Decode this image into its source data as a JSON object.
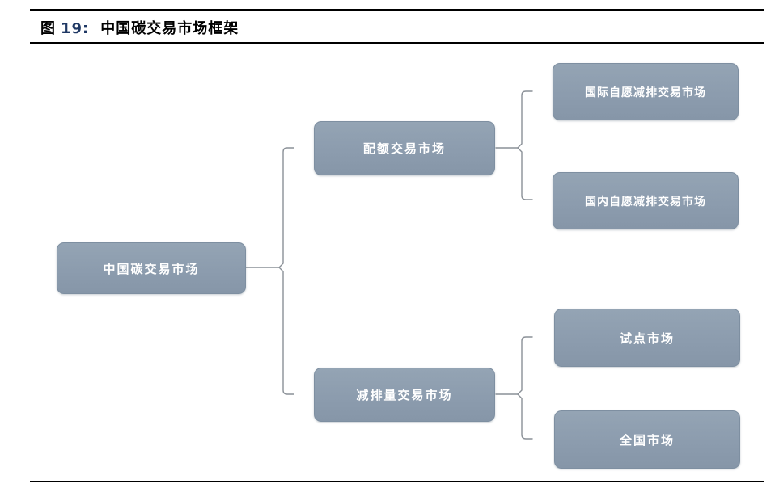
{
  "figure": {
    "label_prefix": "图",
    "number": "19:",
    "title": "中国碳交易市场框架"
  },
  "diagram": {
    "root": {
      "label": "中国碳交易市场"
    },
    "branches": [
      {
        "label": "配额交易市场",
        "children": [
          {
            "label": "国际自愿减排交易市场"
          },
          {
            "label": "国内自愿减排交易市场"
          }
        ]
      },
      {
        "label": "减排量交易市场",
        "children": [
          {
            "label": "试点市场"
          },
          {
            "label": "全国市场"
          }
        ]
      }
    ]
  },
  "colors": {
    "node_fill": "#8C9CAE",
    "node_border": "#7E8FA1",
    "node_text": "#FFFFFF",
    "connector": "#8A9097",
    "rule": "#000000",
    "figure_number": "#1F3864",
    "background": "#FFFFFF"
  }
}
